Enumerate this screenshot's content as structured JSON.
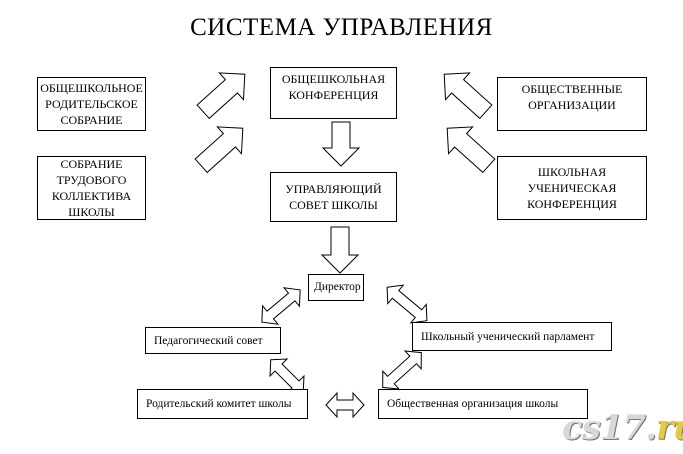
{
  "title": "СИСТЕМА УПРАВЛЕНИЯ",
  "boxes": {
    "parent_meeting": [
      "ОБЩЕШКОЛЬНОЕ",
      "РОДИТЕЛЬСКОЕ",
      "СОБРАНИЕ"
    ],
    "school_conference": [
      "ОБЩЕШКОЛЬНАЯ",
      "КОНФЕРЕНЦИЯ"
    ],
    "public_orgs": [
      "ОБЩЕСТВЕННЫЕ",
      "ОРГАНИЗАЦИИ"
    ],
    "staff_meeting": [
      "СОБРАНИЕ",
      "ТРУДОВОГО",
      "КОЛЛЕКТИВА ШКОЛЫ"
    ],
    "governing_council": [
      "УПРАВЛЯЮЩИЙ",
      "СОВЕТ ШКОЛЫ"
    ],
    "student_conference": [
      "ШКОЛЬНАЯ",
      "УЧЕНИЧЕСКАЯ",
      "КОНФЕРЕНЦИЯ"
    ],
    "director": "Директор",
    "pedagogical_council": "Педагогический совет",
    "student_parliament": "Школьный ученический парламент",
    "parent_committee": "Родительский комитет школы",
    "public_school_org": "Общественная организация школы"
  },
  "watermark": {
    "main": "cs17.",
    "accent": "ru"
  }
}
